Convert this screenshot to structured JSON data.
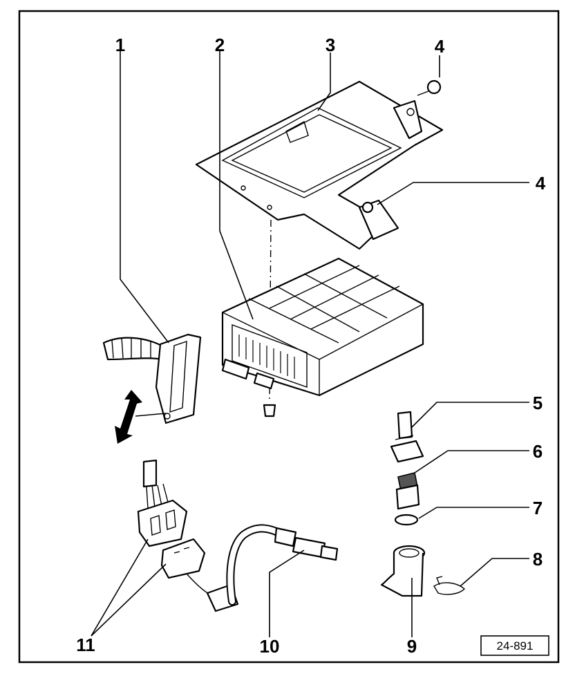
{
  "callouts": [
    "1",
    "2",
    "3",
    "4",
    "4",
    "5",
    "6",
    "7",
    "8",
    "9",
    "10",
    "11"
  ],
  "reference_code": "24-891"
}
